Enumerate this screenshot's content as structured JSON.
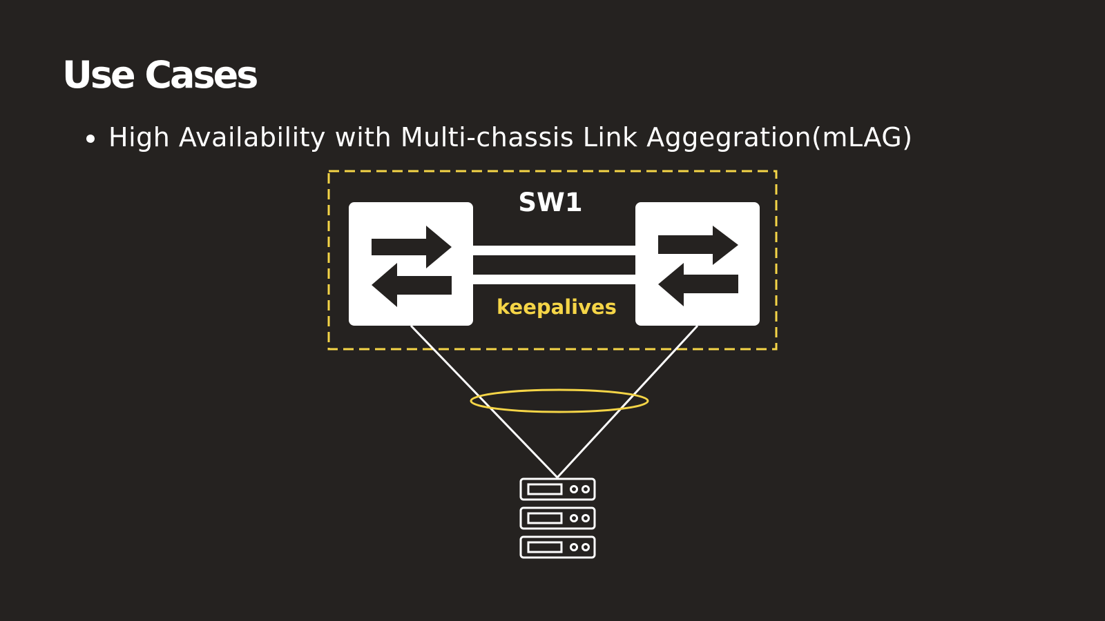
{
  "slide": {
    "title": "Use Cases",
    "bullets": [
      "High Availability with Multi-chassis Link Aggegration(mLAG)"
    ]
  },
  "diagram": {
    "group_label": "SW1",
    "link_label": "keepalives",
    "colors": {
      "background": "#252220",
      "foreground": "#ffffff",
      "accent": "#f5d547"
    },
    "icons": [
      "switch-icon",
      "switch-icon",
      "server-rack-icon"
    ]
  }
}
